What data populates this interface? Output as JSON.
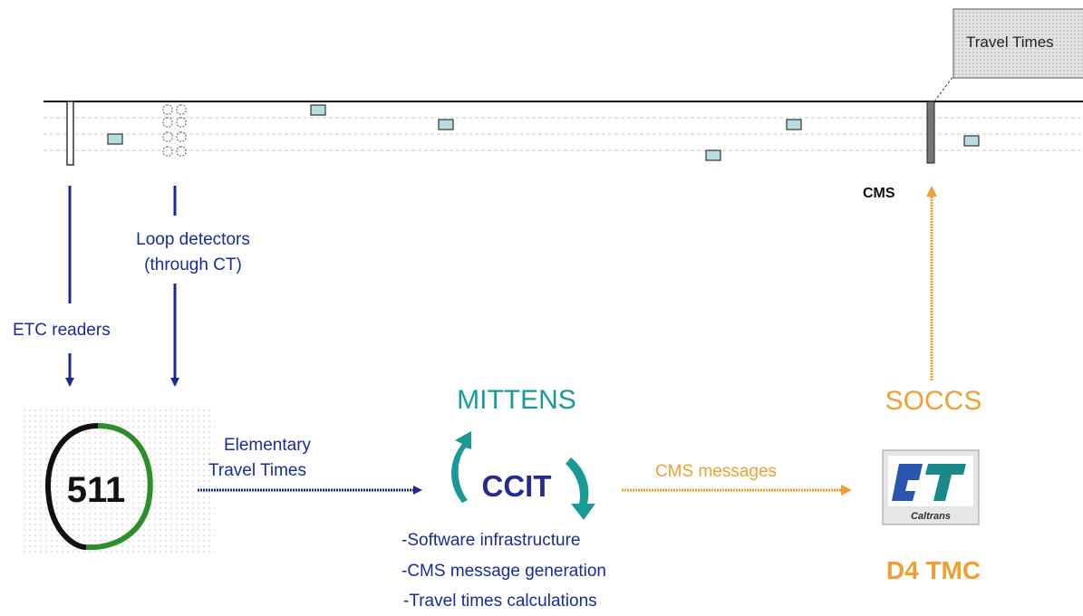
{
  "road": {
    "travel_times_sign": "Travel Times",
    "cms_label": "CMS"
  },
  "sources": {
    "loop_detectors_line1": "Loop detectors",
    "loop_detectors_line2": "(through CT)",
    "etc_readers": "ETC readers"
  },
  "logo_511": {
    "text": "511"
  },
  "flows": {
    "elementary_line1": "Elementary",
    "elementary_line2": "Travel Times",
    "cms_messages": "CMS messages"
  },
  "mittens": {
    "title": "MITTENS",
    "ccit": "CCIT",
    "bullets": [
      "-Software infrastructure",
      "-CMS message generation",
      "-Travel times calculations"
    ]
  },
  "soccs": {
    "title": "SOCCS",
    "caltrans_text": "Caltrans",
    "tmc": "D4 TMC"
  },
  "colors": {
    "navy": "#1a2a9c",
    "teal": "#1a9a96",
    "orange": "#f0a030",
    "black": "#111111"
  }
}
